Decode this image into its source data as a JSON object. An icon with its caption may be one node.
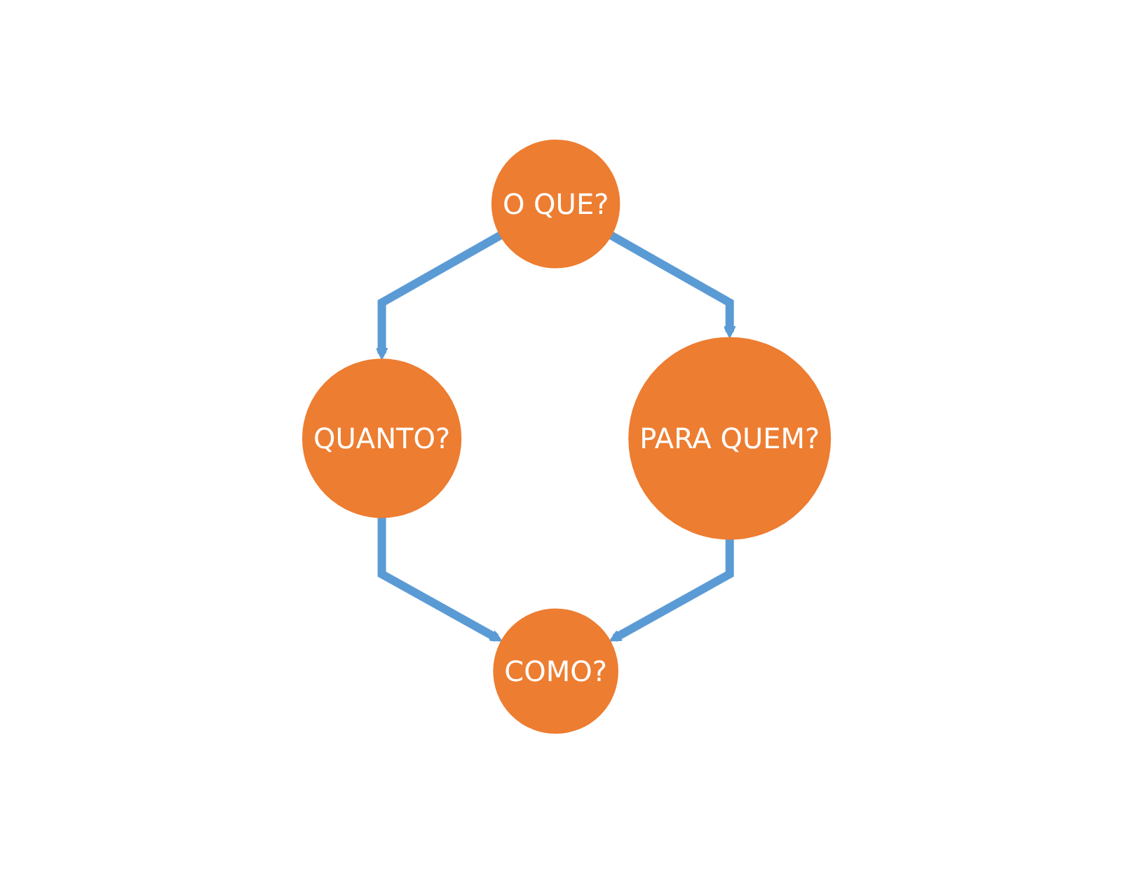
{
  "diagram": {
    "nodes": [
      {
        "text": [
          "O QUE?"
        ]
      },
      {
        "text": [
          "QUANTO?"
        ]
      },
      {
        "text": [
          "PARA QUEM?"
        ]
      },
      {
        "text": [
          "COMO?"
        ]
      }
    ],
    "edges": [
      {
        "from": 0,
        "to": 1,
        "arrow": "to"
      },
      {
        "from": 0,
        "to": 2,
        "arrow": "to"
      },
      {
        "from": 1,
        "to": 3,
        "arrow": "to"
      },
      {
        "from": 2,
        "to": 3,
        "arrow": "to"
      }
    ]
  }
}
